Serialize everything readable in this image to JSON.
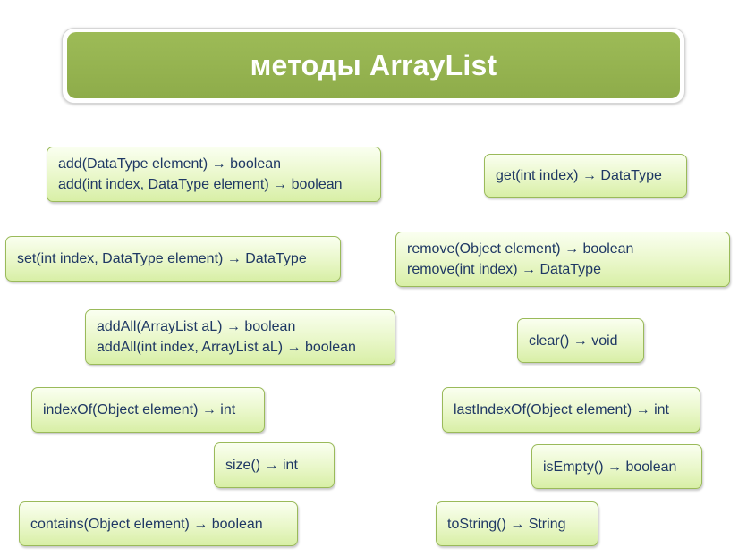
{
  "title": "методы ArrayList",
  "boxes": {
    "add": [
      "add(DataType element) → boolean",
      "add(int index, DataType element) → boolean"
    ],
    "get": [
      "get(int index) → DataType"
    ],
    "set": [
      "set(int index, DataType element) → DataType"
    ],
    "remove": [
      "remove(Object element) → boolean",
      "remove(int index) → DataType"
    ],
    "addAll": [
      "addAll(ArrayList aL) → boolean",
      "addAll(int index, ArrayList aL) → boolean"
    ],
    "clear": [
      "clear() → void"
    ],
    "indexOf": [
      "indexOf(Object element) → int"
    ],
    "lastIndexOf": [
      "lastIndexOf(Object element) → int"
    ],
    "size": [
      "size() → int"
    ],
    "isEmpty": [
      "isEmpty() → boolean"
    ],
    "contains": [
      "contains(Object element) → boolean"
    ],
    "toString": [
      "toString() → String"
    ]
  }
}
